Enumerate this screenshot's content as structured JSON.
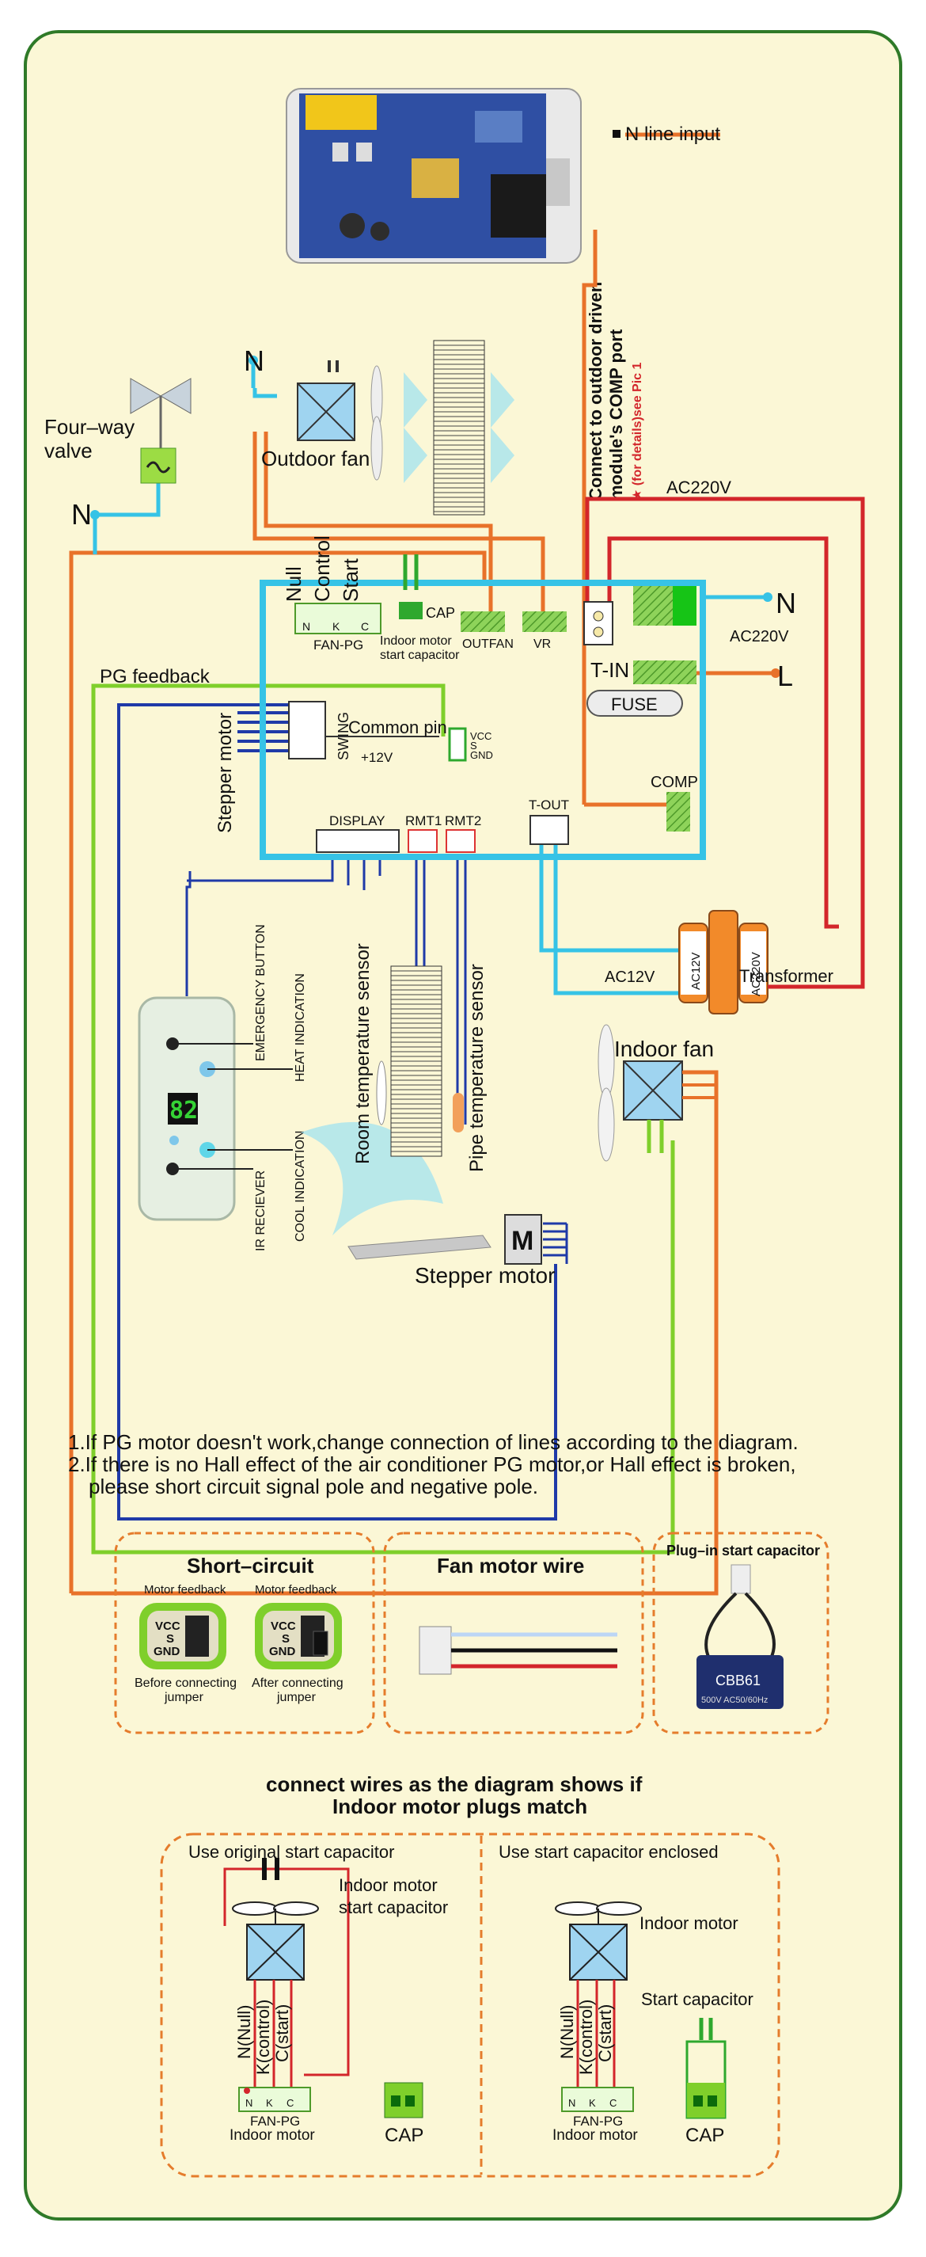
{
  "board": {
    "n_line_input": "N line input",
    "connect_outdoor_line1": "Connect to outdoor driven",
    "connect_outdoor_line2": "module's COMP port",
    "see_pic": "★ (for details)see Pic 1",
    "ac220v_top": "AC220V",
    "ac220v_right": "AC220V",
    "n_right": "N",
    "l_right": "L",
    "t_in": "T-IN",
    "fuse": "FUSE",
    "comp": "COMP",
    "t_out": "T-OUT",
    "outfan": "OUTFAN",
    "vr": "VR",
    "cap": "CAP",
    "indoor_motor_cap_line1": "Indoor motor",
    "indoor_motor_cap_line2": "start capacitor",
    "fan_pg": "FAN-PG",
    "pin_n": "N",
    "pin_k": "K",
    "pin_c": "C",
    "null_label": "Null",
    "control_label": "Control",
    "start_label": "Start",
    "swing": "SWING",
    "common_pin": "Common pin",
    "plus12v": "+12V",
    "vcc": "VCC",
    "s": "S",
    "gnd": "GND",
    "display": "DISPLAY",
    "rmt1": "RMT1",
    "rmt2": "RMT2"
  },
  "outdoor": {
    "n_label": "N",
    "outdoor_fan": "Outdoor fan",
    "four_way_line1": "Four–way",
    "four_way_line2": "valve",
    "n_label2": "N"
  },
  "indoor": {
    "pg_feedback": "PG feedback",
    "stepper_motor_vertical": "Stepper motor",
    "emergency_button": "EMERGENCY BUTTON",
    "heat_indication": "HEAT INDICATION",
    "cool_indication": "COOL INDICATION",
    "ir_reciever": "IR RECIEVER",
    "room_temp_sensor": "Room temperature sensor",
    "pipe_temp_sensor": "Pipe temperature sensor",
    "display_digits": "82",
    "stepper_motor": "Stepper motor",
    "m": "M",
    "indoor_fan": "Indoor fan",
    "ac12v": "AC12V",
    "ac12v_small": "AC12V",
    "ac220v_small": "AC220V",
    "transformer": "Transformer"
  },
  "notes": {
    "line1": "1.If PG motor doesn't work,change connection of lines according to the diagram.",
    "line2": "2.If there is no Hall effect of the air conditioner PG motor,or Hall effect is broken,",
    "line3": "please short circuit signal pole and negative pole."
  },
  "panels": {
    "short_circuit_title": "Short–circuit",
    "motor_feedback1": "Motor feedback",
    "motor_feedback2": "Motor feedback",
    "vcc": "VCC",
    "s": "S",
    "gnd": "GND",
    "before1": "Before connecting",
    "before2": "jumper",
    "after1": "After connecting",
    "after2": "jumper",
    "fan_motor_wire": "Fan motor wire",
    "plugin_cap": "Plug–in start capacitor",
    "cbb61": "CBB61",
    "cap_rating": "500V AC50/60Hz"
  },
  "bottom": {
    "heading_line1": "connect wires as the diagram shows if",
    "heading_line2": "Indoor motor plugs match",
    "left_title": "Use original start capacitor",
    "left_cap_line1": "Indoor motor",
    "left_cap_line2": "start capacitor",
    "right_title": "Use start capacitor enclosed",
    "right_motor": "Indoor motor",
    "right_cap": "Start capacitor",
    "n_null": "N(Null)",
    "k_control": "K(control)",
    "c_start": "C(start)",
    "fan_pg": "FAN-PG",
    "indoor_motor": "Indoor motor",
    "cap": "CAP",
    "pin_n": "N",
    "pin_k": "K",
    "pin_c": "C"
  },
  "colors": {
    "frame": "#2f7a28",
    "background": "#fbf7d6",
    "board_outline": "#36c3e6",
    "orange_wire": "#e8722a",
    "red_wire": "#d3262b",
    "green_wire": "#7fcf2b",
    "blue_wire": "#1f3aa8",
    "cyan_wire": "#36c3e6",
    "dashed_panel": "#e57c2c"
  }
}
